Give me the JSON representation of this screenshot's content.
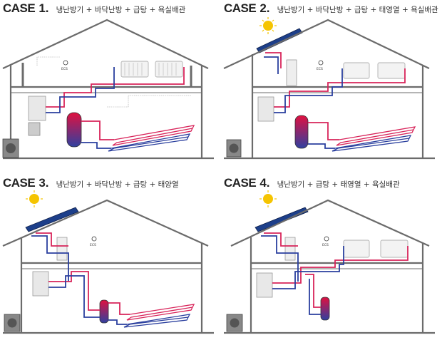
{
  "panels": [
    {
      "case_label": "CASE",
      "case_number": "1.",
      "description": "냉난방기 + 바닥난방 + 급탕 + 욕실배관",
      "ecs_label": "ECS",
      "has_sun": false,
      "has_solar": false,
      "has_radiators": true
    },
    {
      "case_label": "CASE",
      "case_number": "2.",
      "description": "냉난방기 + 바닥난방 + 급탕 + 태영열 + 욕실배관",
      "ecs_label": "ECS",
      "has_sun": true,
      "has_solar": true,
      "has_radiators": true
    },
    {
      "case_label": "CASE",
      "case_number": "3.",
      "description": "냉난방기 + 바닥난방 + 급탕 + 태양열",
      "ecs_label": "ECS",
      "has_sun": true,
      "has_solar": true,
      "has_radiators": false
    },
    {
      "case_label": "CASE",
      "case_number": "4.",
      "description": "냉난방기 + 급탕 + 태영열 + 욕실배관",
      "ecs_label": "ECS",
      "has_sun": true,
      "has_solar": true,
      "has_radiators": true
    }
  ],
  "colors": {
    "hot": "#d8245a",
    "cold": "#2a3f9e",
    "wall": "#6b6b6b",
    "sun": "#f5c400",
    "panel": "#1d3f8a"
  }
}
